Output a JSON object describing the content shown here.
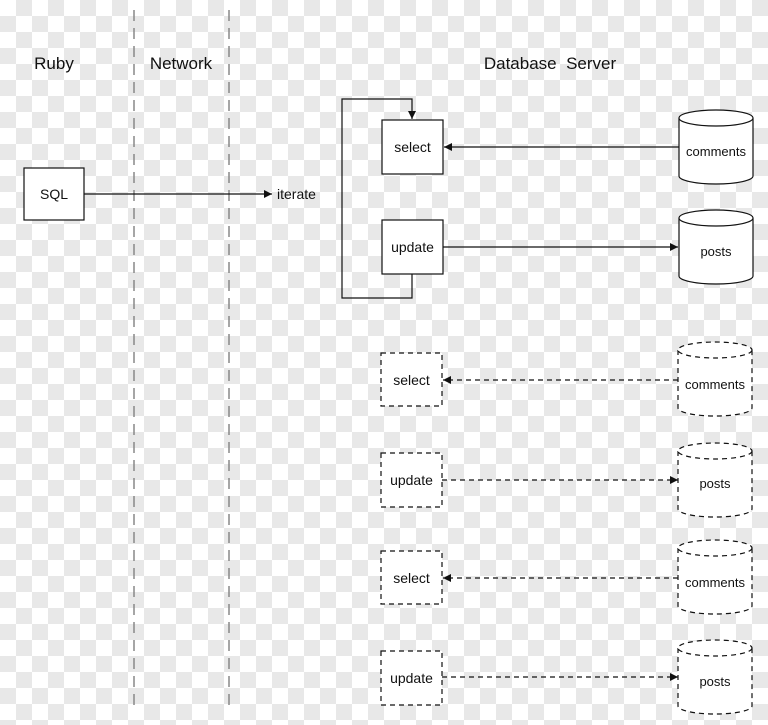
{
  "lanes": {
    "ruby": "Ruby",
    "network": "Network",
    "database_server": "Database  Server"
  },
  "client": {
    "sql": "SQL",
    "iterate": "iterate"
  },
  "loop": {
    "select": "select",
    "update": "update",
    "comments": "comments",
    "posts": "posts"
  },
  "repeats": [
    {
      "select": "select",
      "update": "update",
      "comments": "comments",
      "posts": "posts"
    },
    {
      "select": "select",
      "update": "update",
      "comments": "comments",
      "posts": "posts"
    }
  ],
  "colors": {
    "line": "#111111",
    "fill": "#ffffff",
    "lane_divider": "#888888"
  }
}
